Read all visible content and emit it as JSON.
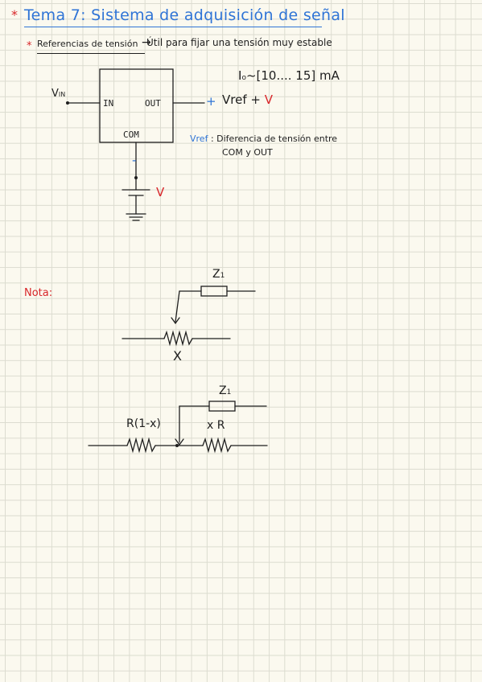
{
  "title": "Tema 7: Sistema de adquisición de señal",
  "bullet_mark": "*",
  "section": {
    "heading": "Referencias de tensión",
    "arrow": "→",
    "description": "Útil para fijar una tensión muy estable"
  },
  "circuit1": {
    "input_label": "V",
    "input_sub": "IN",
    "pin_in": "IN",
    "pin_out": "OUT",
    "pin_com": "COM",
    "plus": "+",
    "minus": "-",
    "out_label": "Vref +",
    "out_v": "V",
    "battery_v": "V",
    "current_I": "I",
    "current_sub": "o",
    "current_range": "~[10.... 15] mA",
    "vref_key": "Vref",
    "vref_def_line1": ": Diferencia de tensión entre",
    "vref_def_line2": "COM y OUT"
  },
  "note": "Nota:",
  "circuit2": {
    "z_label": "Z",
    "z_sub": "1",
    "x_label": "X"
  },
  "circuit3": {
    "z_label": "Z",
    "z_sub": "1",
    "r_left": "R(1-x)",
    "r_right": "x R"
  },
  "colors": {
    "blue": "#2f74d6",
    "red": "#d8262a",
    "ink": "#1e1e1e"
  }
}
